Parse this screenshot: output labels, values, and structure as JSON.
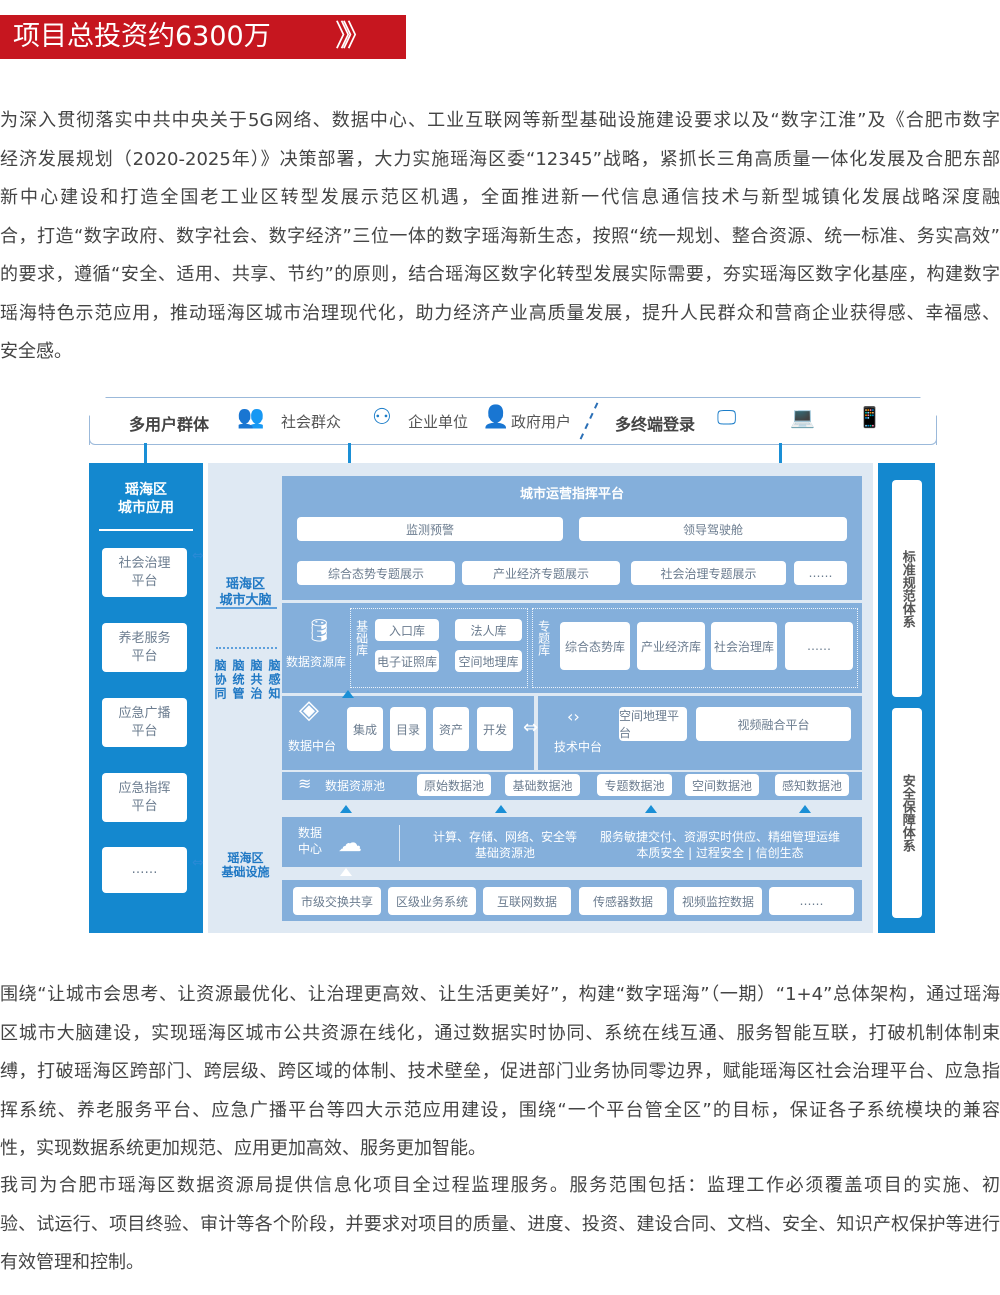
{
  "header": {
    "title": "项目总投资约6300万",
    "chevron": "》》"
  },
  "paragraph1": [
    "为深入贯彻落实中共中央关于5G网络、数据中心、工业互联网等新型基础设施建设要求以及“数字江淮”及《合肥市数字",
    "经济发展规划（2020-2025年）》决策部署，大力实施瑶海区委“12345”战略，紧抓长三角高质量一体化发展及合肥东部",
    "新中心建设和打造全国老工业区转型发展示范区机遇，全面推进新一代信息通信技术与新型城镇化发展战略深度融",
    "合，打造“数字政府、数字社会、数字经济”三位一体的数字瑶海新生态，按照“统一规划、整合资源、统一标准、务实高效”",
    "的要求，遵循“安全、适用、共享、节约”的原则，结合瑶海区数字化转型发展实际需要，夯实瑶海区数字化基座，构建数字",
    "瑶海特色示范应用，推动瑶海区城市治理现代化，助力经济产业高质量发展，提升人民群众和营商企业获得感、幸福感、",
    "安全感。"
  ],
  "paragraph2": [
    "围绕“让城市会思考、让资源最优化、让治理更高效、让生活更美好”，构建“数字瑶海”（一期）“1+4”总体架构，通过瑶海",
    "区城市大脑建设，实现瑶海区城市公共资源在线化，通过数据实时协同、系统在线互通、服务智能互联，打破机制体制束",
    "缚，打破瑶海区跨部门、跨层级、跨区域的体制、技术壁垒，促进部门业务协同零边界，赋能瑶海区社会治理平台、应急指",
    "挥系统、养老服务平台、应急广播平台等四大示范应用建设，围绕“一个平台管全区”的目标，保证各子系统模块的兼容",
    "性，实现数据系统更加规范、应用更加高效、服务更加智能。"
  ],
  "paragraph3": [
    "我司为合肥市瑶海区数据资源局提供信息化项目全过程监理服务。服务范围包括：监理工作必须覆盖项目的实施、初",
    "验、试运行、项目终验、审计等各个阶段，并要求对项目的质量、进度、投资、建设合同、文档、安全、知识产权保护等进行",
    "有效管理和控制。"
  ],
  "diagram": {
    "top": {
      "users_label": "多用户群体",
      "public": "社会群众",
      "enterprise": "企业单位",
      "government": "政府用户",
      "terminals_label": "多终端登录"
    },
    "left": {
      "title": "瑶海区\n城市应用",
      "apps": [
        "社会治理\n平台",
        "养老服务\n平台",
        "应急广播\n平台",
        "应急指挥\n平台",
        "……"
      ]
    },
    "brain": {
      "title": "瑶海区\n城市大脑",
      "cols": [
        "脑感知",
        "脑共治",
        "脑统管",
        "脑协同"
      ]
    },
    "infra_title": "瑶海区\n基础设施",
    "right": {
      "standards": "标准规范体系",
      "security": "安全保障体系"
    },
    "command": {
      "title": "城市运营指挥平台",
      "row1": [
        "监测预警",
        "领导驾驶舱"
      ],
      "row2": [
        "综合态势专题展示",
        "产业经济专题展示",
        "社会治理专题展示",
        "……"
      ]
    },
    "resource_lib": {
      "title": "数据资源库",
      "base_label": "基础库",
      "base": [
        "入口库",
        "法人库",
        "电子证照库",
        "空间地理库"
      ],
      "topic_label": "专题库",
      "topic": [
        "综合态势库",
        "产业经济库",
        "社会治理库",
        "……"
      ]
    },
    "data_mid": {
      "title": "数据中台",
      "items": [
        "集成",
        "目录",
        "资产",
        "开发"
      ]
    },
    "tech_mid": {
      "title": "技术中台",
      "items": [
        "空间地理平台",
        "视频融合平台"
      ]
    },
    "pool": {
      "title": "数据资源池",
      "items": [
        "原始数据池",
        "基础数据池",
        "专题数据池",
        "空间数据池",
        "感知数据池"
      ]
    },
    "datacenter": {
      "title": "数据\n中心",
      "text1": "计算、存储、网络、安全等\n基础资源池",
      "text2": "服务敏捷交付、资源实时供应、精细管理运维\n本质安全 | 过程安全 | 信创生态"
    },
    "sources": [
      "市级交换共享",
      "区级业务系统",
      "互联网数据",
      "传感器数据",
      "视频监控数据",
      "……"
    ]
  }
}
